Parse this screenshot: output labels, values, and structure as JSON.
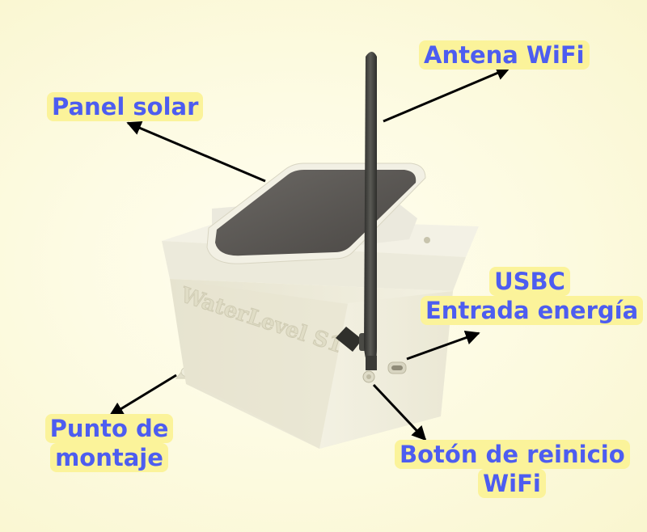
{
  "labels": {
    "antenna": "Antena WiFi",
    "solar_panel": "Panel solar",
    "usbc_line1": "USBC",
    "usbc_line2": "Entrada energía",
    "mount_line1": "Punto de",
    "mount_line2": "montaje",
    "reset_line1": "Botón de reinicio",
    "reset_line2": "WiFi"
  },
  "device_engraving": "WaterLevel S1",
  "colors": {
    "label_text": "#4d5df0",
    "label_highlight": "#fbf39a",
    "background": "#fdfbe3",
    "enclosure": "#ecead7",
    "panel": "#5a5753",
    "antenna": "#3a3a36",
    "arrow": "#000000"
  }
}
